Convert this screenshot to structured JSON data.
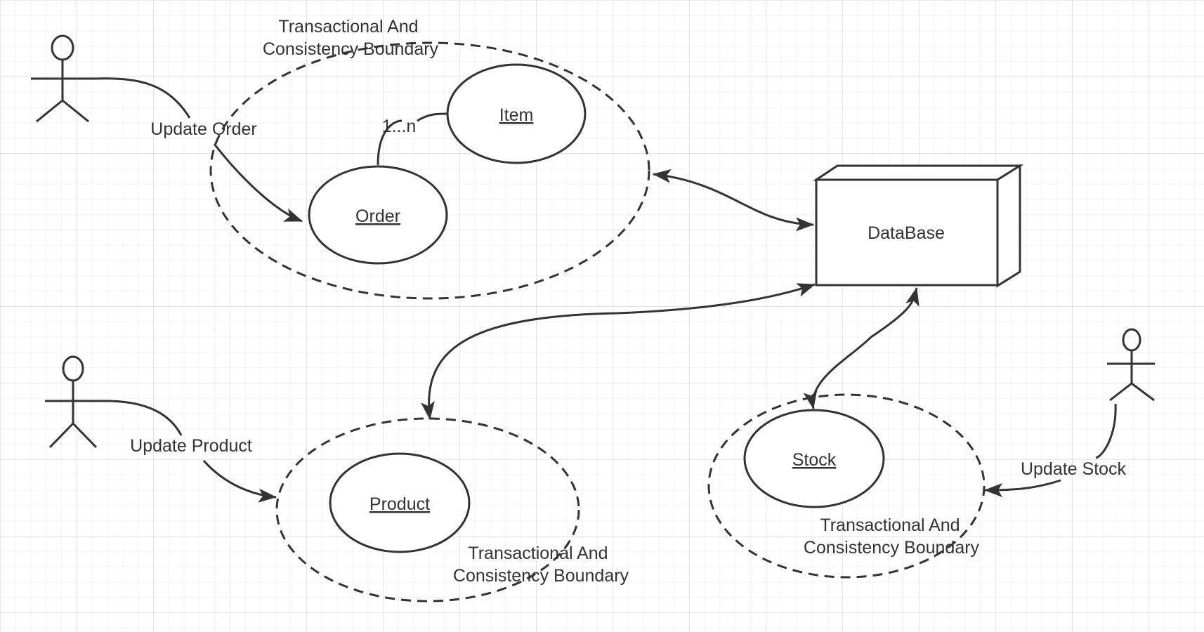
{
  "boundary_label_line1": "Transactional And",
  "boundary_label_line2": "Consistency Boundary",
  "actions": {
    "update_order": "Update Order",
    "update_product": "Update Product",
    "update_stock": "Update Stock"
  },
  "entities": {
    "item": "Item",
    "order": "Order",
    "product": "Product",
    "stock": "Stock"
  },
  "multiplicity": "1...n",
  "database": "DataBase"
}
